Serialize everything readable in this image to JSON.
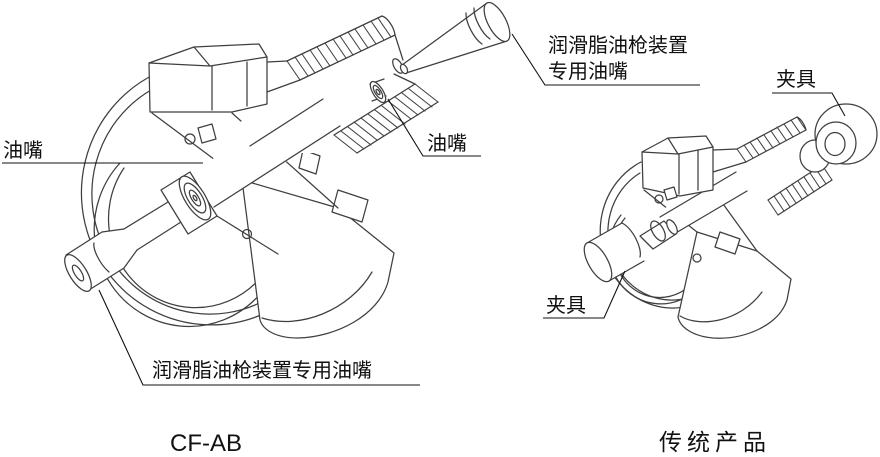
{
  "diagram": {
    "left": {
      "caption": "CF-AB",
      "label_gun_top_line1": "润滑脂油枪装置",
      "label_gun_top_line2": "专用油嘴",
      "label_nozzle_left": "油嘴",
      "label_nozzle_mid": "油嘴",
      "label_gun_bottom": "润滑脂油枪装置专用油嘴"
    },
    "right": {
      "caption": "传统产品",
      "label_clamp_top": "夹具",
      "label_clamp_bottom": "夹具"
    },
    "colors": {
      "line": "#3f3f3f",
      "text": "#111111",
      "background": "#ffffff"
    }
  }
}
